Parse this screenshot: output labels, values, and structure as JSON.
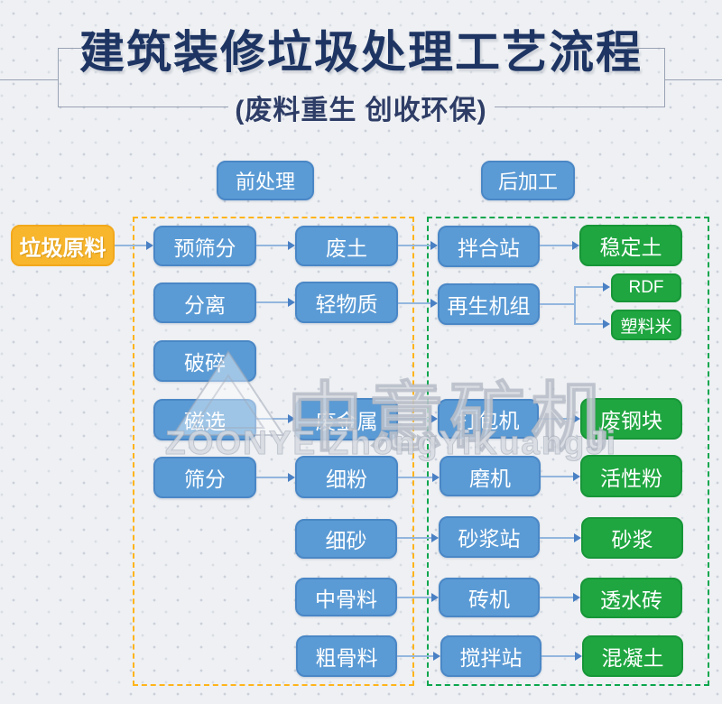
{
  "header": {
    "title": "建筑装修垃圾处理工艺流程",
    "subtitle": "(废料重生  创收环保)"
  },
  "sections": {
    "pre_label": "前处理",
    "post_label": "后加工"
  },
  "nodes": {
    "lajiyuanliao": {
      "label": "垃圾原料"
    },
    "yushaifen": {
      "label": "预筛分"
    },
    "fenli": {
      "label": "分离"
    },
    "posui": {
      "label": "破碎"
    },
    "cixuan": {
      "label": "磁选"
    },
    "shaifen": {
      "label": "筛分"
    },
    "feitu": {
      "label": "废土"
    },
    "qingwuzhi": {
      "label": "轻物质"
    },
    "feijinshu": {
      "label": "废金属"
    },
    "xifen": {
      "label": "细粉"
    },
    "xisha": {
      "label": "细砂"
    },
    "zhongguliao": {
      "label": "中骨料"
    },
    "cuguliao": {
      "label": "粗骨料"
    },
    "banhezhan": {
      "label": "拌合站"
    },
    "zaishengjizu": {
      "label": "再生机组"
    },
    "dabaoji": {
      "label": "打包机"
    },
    "moji": {
      "label": "磨机"
    },
    "shajiangzhan": {
      "label": "砂浆站"
    },
    "zhuanji": {
      "label": "砖机"
    },
    "jiaobanzhan": {
      "label": "搅拌站"
    },
    "wendingtu": {
      "label": "稳定土"
    },
    "rdf": {
      "label": "RDF"
    },
    "suliaomi": {
      "label": "塑料米"
    },
    "feigangkuai": {
      "label": "废钢块"
    },
    "huoxingfen": {
      "label": "活性粉"
    },
    "shajiang": {
      "label": "砂浆"
    },
    "toushuizhuan": {
      "label": "透水砖"
    },
    "hunningtu": {
      "label": "混凝土"
    }
  },
  "flows": [
    {
      "from": "垃圾原料",
      "to": "预筛分"
    },
    {
      "from": "预筛分",
      "to": "废土"
    },
    {
      "from": "废土",
      "to": "拌合站"
    },
    {
      "from": "拌合站",
      "to": "稳定土"
    },
    {
      "from": "分离",
      "to": "轻物质"
    },
    {
      "from": "轻物质",
      "to": "再生机组"
    },
    {
      "from": "再生机组",
      "to": "RDF"
    },
    {
      "from": "再生机组",
      "to": "塑料米"
    },
    {
      "from": "磁选",
      "to": "废金属"
    },
    {
      "from": "废金属",
      "to": "打包机"
    },
    {
      "from": "打包机",
      "to": "废钢块"
    },
    {
      "from": "筛分",
      "to": "细粉"
    },
    {
      "from": "细粉",
      "to": "磨机"
    },
    {
      "from": "磨机",
      "to": "活性粉"
    },
    {
      "from": "细砂",
      "to": "砂浆站"
    },
    {
      "from": "砂浆站",
      "to": "砂浆"
    },
    {
      "from": "中骨料",
      "to": "砖机"
    },
    {
      "from": "砖机",
      "to": "透水砖"
    },
    {
      "from": "粗骨料",
      "to": "搅拌站"
    },
    {
      "from": "搅拌站",
      "to": "混凝土"
    }
  ],
  "watermark": {
    "brand_cn": "中意矿机",
    "brand_en": "ZOONYE ZhongYiKuangJi"
  },
  "colors": {
    "title_navy": "#1e3563",
    "box_blue": "#5b9bd5",
    "box_green": "#1fa640",
    "box_yellow": "#f8b62d",
    "pre_region_dash": "#ffb41a",
    "post_region_dash": "#0ba64e",
    "arrow_line": "#93b6de",
    "arrow_head": "#4a80c4",
    "background": "#eef0f3"
  }
}
